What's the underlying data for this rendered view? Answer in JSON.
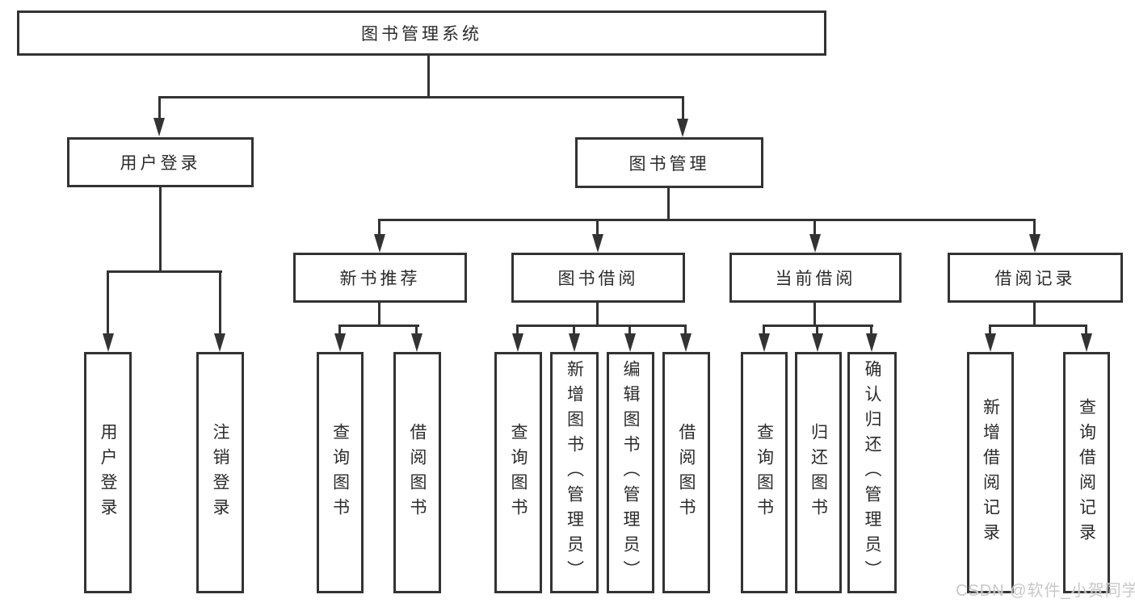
{
  "tree": {
    "root": {
      "label": "图书管理系统"
    },
    "branches": [
      {
        "label": "用户登录",
        "leaves": [
          "用户登录",
          "注销登录"
        ]
      },
      {
        "label": "图书管理",
        "children": [
          {
            "label": "新书推荐",
            "leaves": [
              "查询图书",
              "借阅图书"
            ]
          },
          {
            "label": "图书借阅",
            "leaves": [
              "查询图书",
              "新增图书（管理员）",
              "编辑图书（管理员）",
              "借阅图书"
            ]
          },
          {
            "label": "当前借阅",
            "leaves": [
              "查询图书",
              "归还图书",
              "确认归还（管理员）"
            ]
          },
          {
            "label": "借阅记录",
            "leaves": [
              "新增借阅记录",
              "查询借阅记录"
            ]
          }
        ]
      }
    ]
  },
  "watermark": {
    "text": "CSDN @软件_小贺同学"
  },
  "colors": {
    "line": "#333333",
    "text": "#2b2b2b",
    "watermark": "#c8c8c8",
    "background": "#ffffff"
  }
}
